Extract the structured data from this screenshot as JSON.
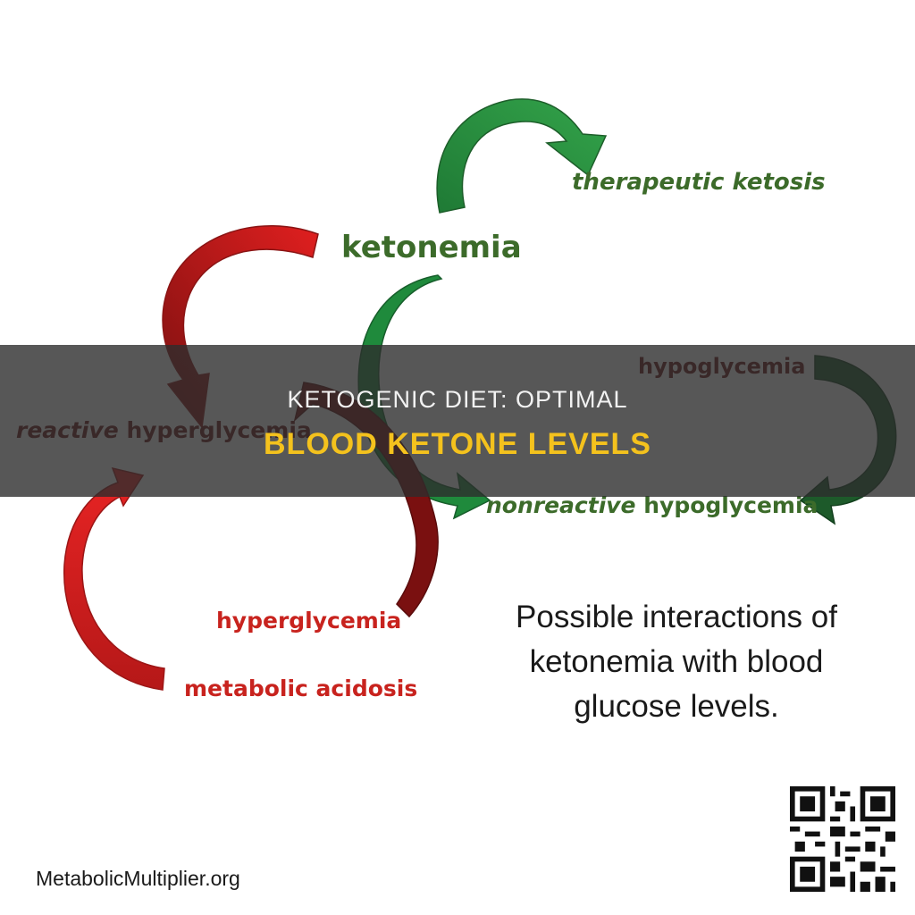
{
  "diagram": {
    "nodes": {
      "ketonemia": "ketonemia",
      "therapeutic": "therapeutic ketosis",
      "hypoglycemia": "hypoglycemia",
      "nonreactive_em": "nonreactive",
      "nonreactive_rest": " hypoglycemia",
      "reactive_em": "reactive",
      "reactive_rest": " hyperglycemia",
      "hyperglycemia": "hyperglycemia",
      "acidosis": "metabolic acidosis"
    },
    "caption": [
      "Possible interactions of",
      "ketonemia with blood",
      "glucose levels."
    ],
    "source": "MetabolicMultiplier.org",
    "colors": {
      "green": "#3c6b2a",
      "red": "#c8231e",
      "darkred": "#6b1414"
    }
  },
  "overlay": {
    "line1": "KETOGENIC DIET: OPTIMAL",
    "line2": "BLOOD KETONE LEVELS"
  },
  "watermark": {
    "icon": "qr-code-icon"
  }
}
